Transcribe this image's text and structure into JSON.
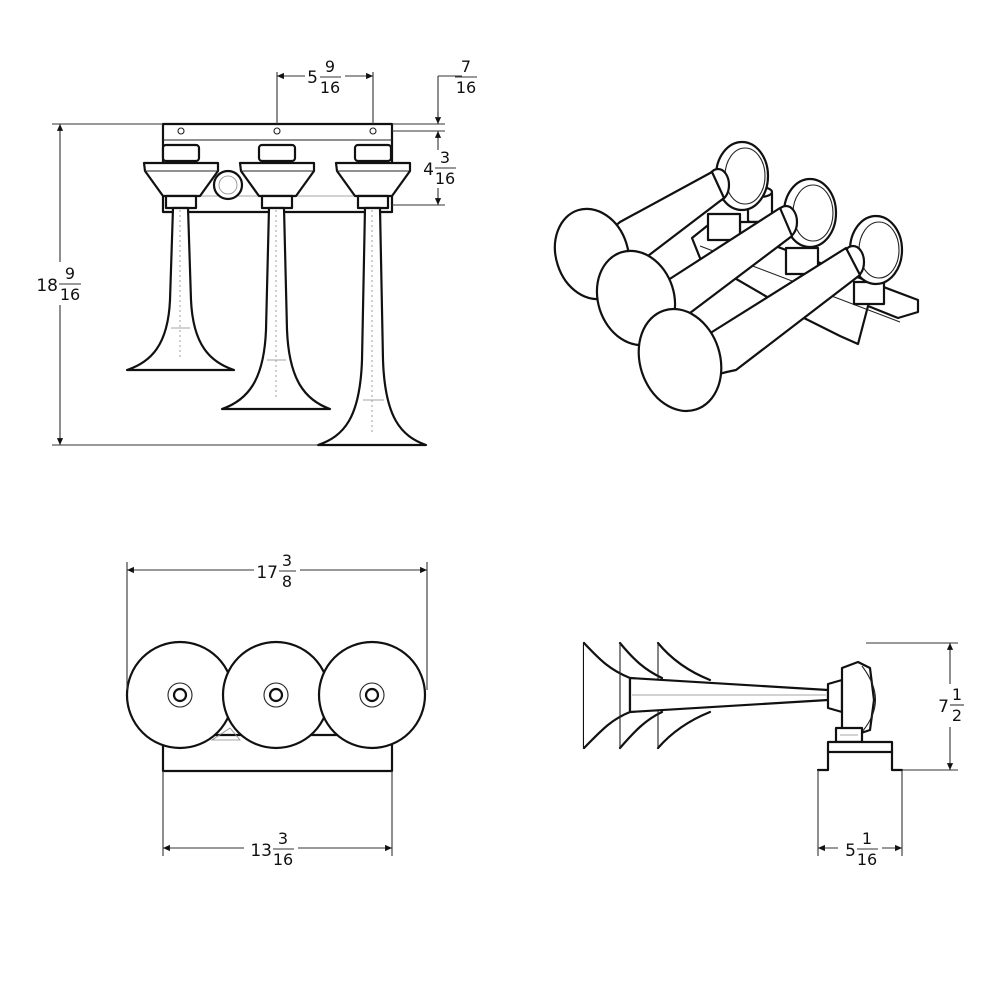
{
  "dimensions": {
    "front_spacing": {
      "whole": "5",
      "num": "9",
      "den": "16"
    },
    "front_bracket_offset": {
      "whole": "",
      "num": "7",
      "den": "16"
    },
    "front_bracket_height": {
      "whole": "4",
      "num": "3",
      "den": "16"
    },
    "front_height": {
      "whole": "18",
      "num": "9",
      "den": "16"
    },
    "bottom_overall_width": {
      "whole": "17",
      "num": "3",
      "den": "8"
    },
    "bottom_bracket_width": {
      "whole": "13",
      "num": "3",
      "den": "16"
    },
    "side_height": {
      "whole": "7",
      "num": "1",
      "den": "2"
    },
    "side_base_depth": {
      "whole": "5",
      "num": "1",
      "den": "16"
    }
  },
  "colors": {
    "line": "#111111",
    "background": "#ffffff",
    "hairline": "#888888"
  }
}
